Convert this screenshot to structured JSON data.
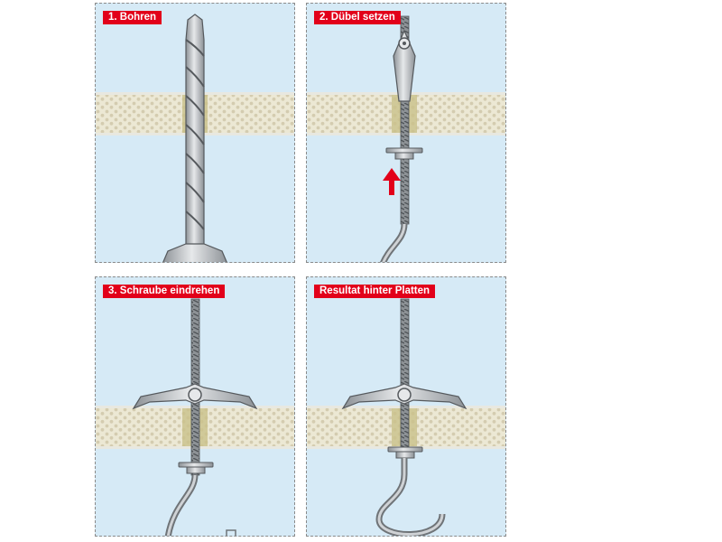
{
  "steps": [
    {
      "label": "1. Bohren"
    },
    {
      "label": "2. Dübel setzen"
    },
    {
      "label": "3. Schraube eindrehen"
    },
    {
      "label": "Resultat hinter Platten"
    }
  ],
  "colors": {
    "background": "#d6eaf6",
    "board": "#ece8d4",
    "board_dots": "#d4ccb0",
    "hole": "#c9c18a",
    "label_bg": "#e2001a",
    "arrow": "#e2001a",
    "metal": "#bfc3c6",
    "metal_dark": "#6f7478"
  },
  "icons": [
    "drill-bit-icon",
    "spring-toggle-anchor-icon",
    "hook-screw-icon",
    "up-arrow-icon"
  ]
}
